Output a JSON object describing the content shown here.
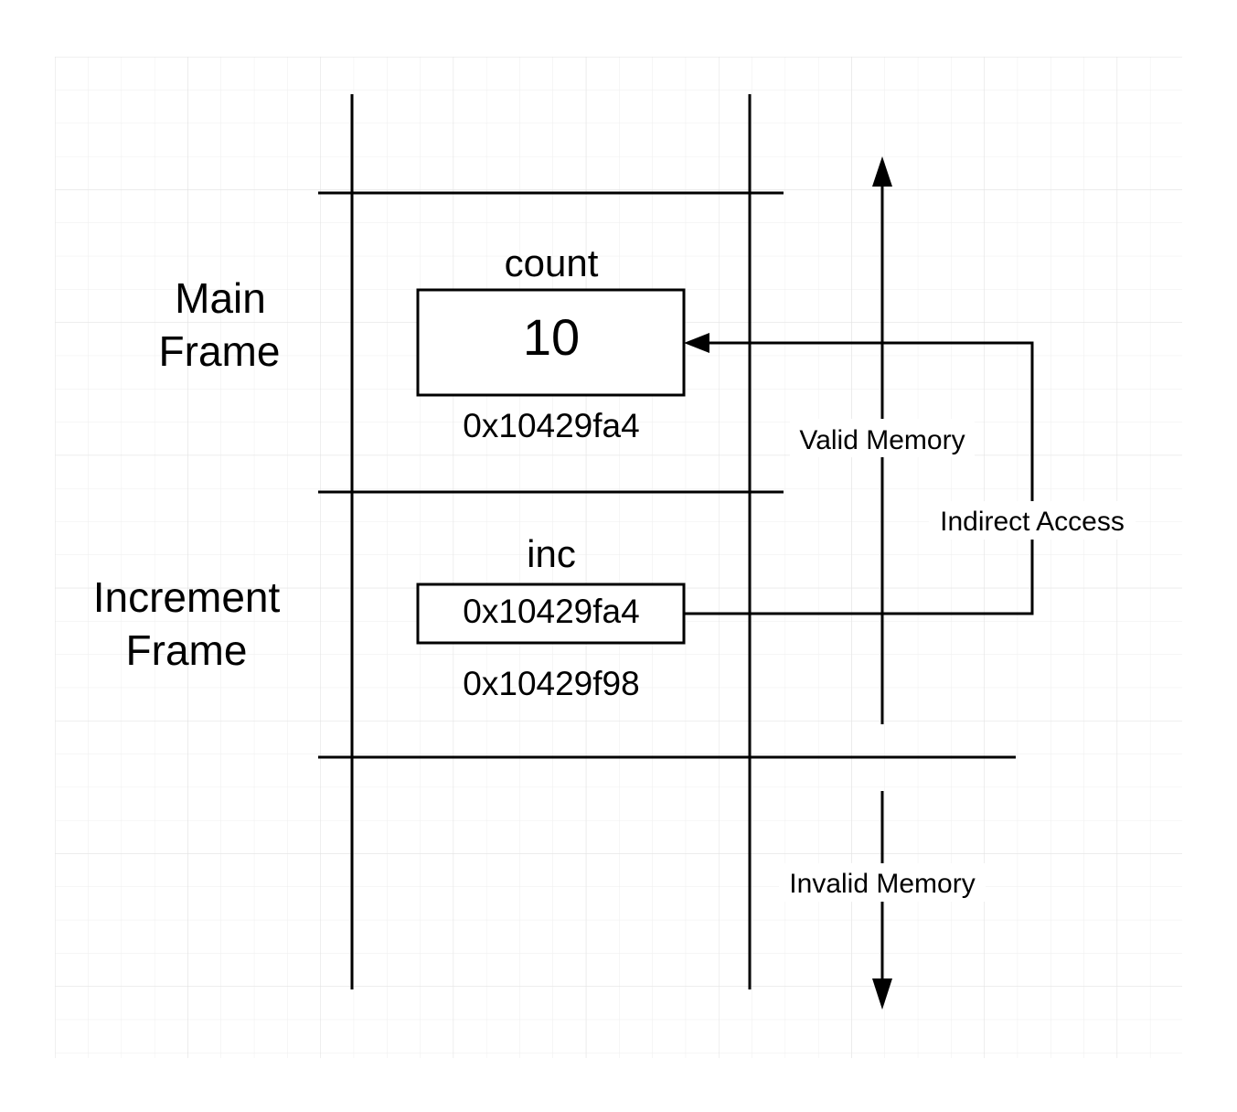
{
  "frames": {
    "main": {
      "line1": "Main",
      "line2": "Frame"
    },
    "increment": {
      "line1": "Increment",
      "line2": "Frame"
    }
  },
  "variables": {
    "count": {
      "name": "count",
      "value": "10",
      "address": "0x10429fa4"
    },
    "inc": {
      "name": "inc",
      "value": "0x10429fa4",
      "address": "0x10429f98"
    }
  },
  "labels": {
    "valid_memory": "Valid Memory",
    "invalid_memory": "Invalid Memory",
    "indirect_access": "Indirect Access"
  },
  "colors": {
    "grid": "#e6e6e6",
    "stroke": "#000000",
    "background": "#ffffff"
  }
}
